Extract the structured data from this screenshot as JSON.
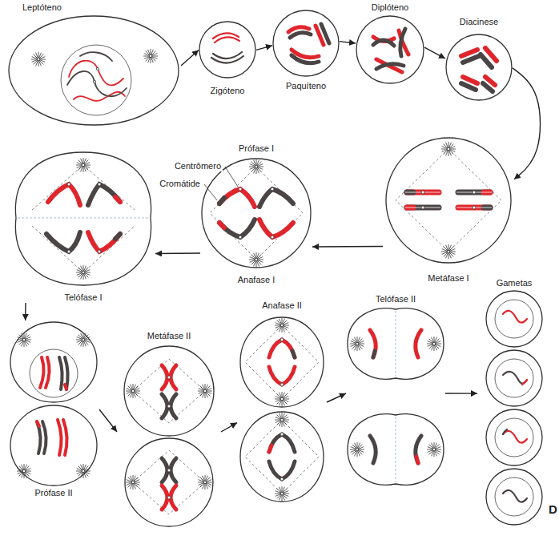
{
  "diagram": {
    "nodes": [
      {
        "text": [
          "Leptóteno"
        ]
      },
      {
        "text": [
          "Zigóteno"
        ]
      },
      {
        "text": [
          "Paquíteno"
        ]
      },
      {
        "text": [
          "Diplóteno"
        ]
      },
      {
        "text": [
          "Diacinese"
        ]
      },
      {
        "text": [
          "Metáfase I"
        ]
      },
      {
        "text": [
          "Anafase I"
        ]
      },
      {
        "text": [
          "Telófase I"
        ]
      },
      {
        "text": [
          "Prófase II"
        ]
      },
      {
        "text": [
          "Metáfase II"
        ]
      },
      {
        "text": [
          "Anafase II"
        ]
      },
      {
        "text": [
          "Telófase II"
        ]
      },
      {
        "text": [
          "Gametas"
        ]
      }
    ],
    "edges": [
      {
        "from": 0,
        "to": 1,
        "arrow": "to"
      },
      {
        "from": 1,
        "to": 2,
        "arrow": "to"
      },
      {
        "from": 2,
        "to": 3,
        "arrow": "to"
      },
      {
        "from": 3,
        "to": 4,
        "arrow": "to"
      },
      {
        "from": 4,
        "to": 5,
        "arrow": "to"
      },
      {
        "from": 5,
        "to": 6,
        "arrow": "to"
      },
      {
        "from": 6,
        "to": 7,
        "arrow": "to"
      },
      {
        "from": 7,
        "to": 8,
        "arrow": "to"
      },
      {
        "from": 8,
        "to": 9,
        "arrow": "to"
      },
      {
        "from": 9,
        "to": 10,
        "arrow": "to"
      },
      {
        "from": 10,
        "to": 11,
        "arrow": "to"
      },
      {
        "from": 11,
        "to": 12,
        "arrow": "to"
      }
    ],
    "labels": [
      "Prófase I",
      "Centrômero",
      "Cromátide",
      "D"
    ]
  }
}
